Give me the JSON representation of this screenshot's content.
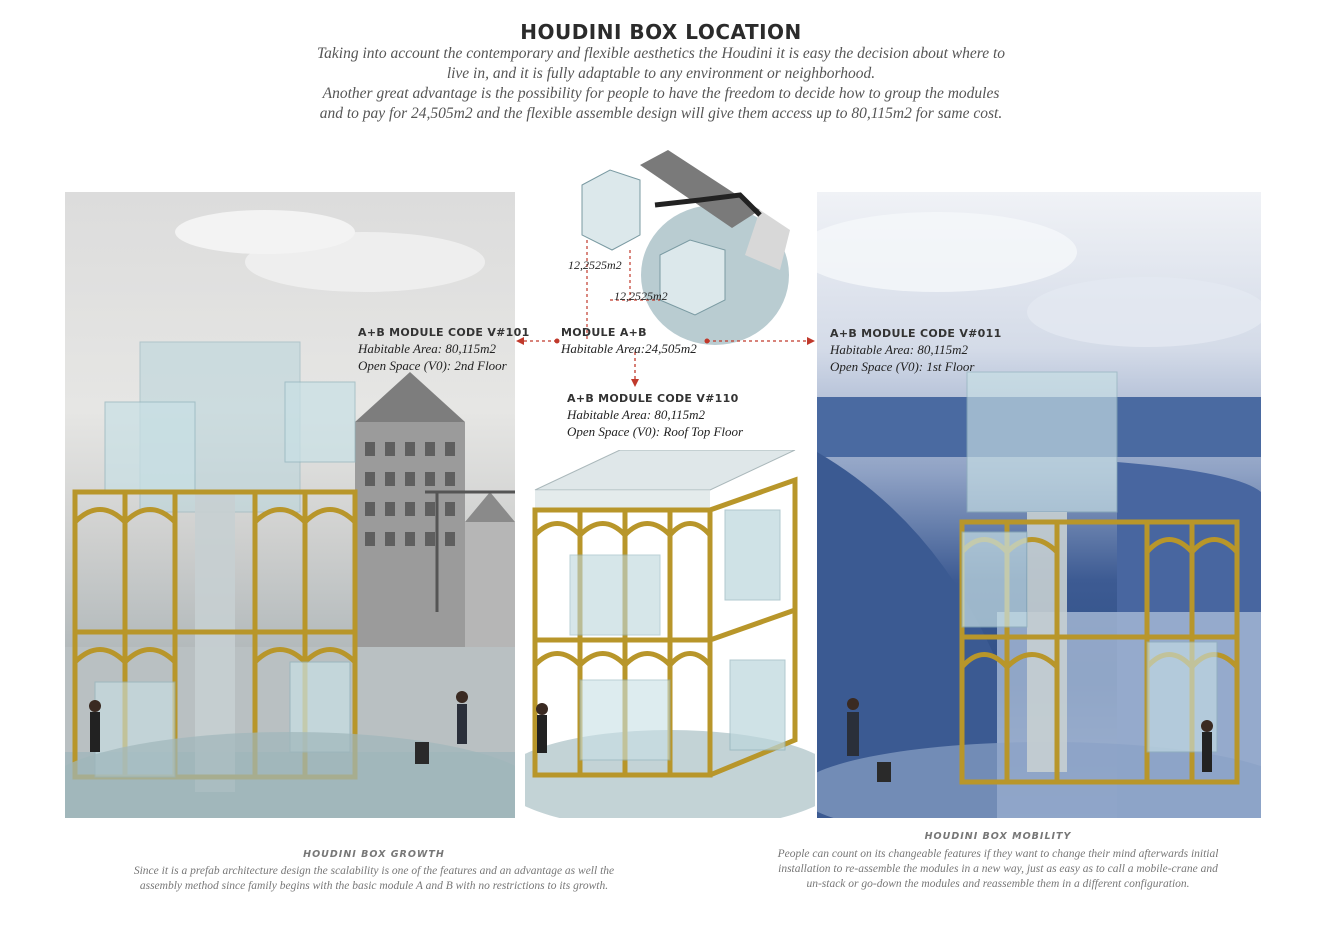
{
  "title": "HOUDINI BOX LOCATION",
  "intro": {
    "line1": "Taking into account the contemporary and flexible aesthetics the Houdini it is easy the decision about where to",
    "line2": "live in, and it is fully adaptable to any environment or neighborhood.",
    "line3": "Another great advantage is the possibility for people to have the freedom to decide how to group the modules",
    "line4": "and to pay for 24,505m2 and the flexible assemble design will give them  access up to 80,115m2 for same cost."
  },
  "diagram": {
    "dim_top": "12,2525m2",
    "dim_bottom": "12,2525m2"
  },
  "module_center": {
    "code": "MODULE A+B",
    "area": "Habitable Area:24,505m2"
  },
  "module_left": {
    "code": "A+B MODULE CODE V#101",
    "area": "Habitable Area: 80,115m2",
    "open": "Open Space (V0): 2nd Floor"
  },
  "module_mid": {
    "code": "A+B MODULE CODE V#110",
    "area": "Habitable Area: 80,115m2",
    "open": "Open Space (V0): Roof Top Floor"
  },
  "module_right": {
    "code": "A+B MODULE CODE V#011",
    "area": "Habitable Area: 80,115m2",
    "open": "Open Space (V0): 1st Floor"
  },
  "growth": {
    "title": "HOUDINI BOX GROWTH",
    "line1": "Since it is a prefab architecture design the scalability is one of the features and an advantage as well the",
    "line2": "assembly method since family begins with the basic module A and B with no restrictions to its growth."
  },
  "mobility": {
    "title": "HOUDINI BOX MOBILITY",
    "line1": "People can count on its changeable features if they want to change their mind afterwards initial",
    "line2": "installation to re-assemble the modules  in a new way, just as easy as to call a mobile-crane and",
    "line3": "un-stack or go-down the modules  and reassemble them in a different  configuration."
  },
  "colors": {
    "frame": "#b8962a",
    "glass": "#bcd6dc",
    "arrow": "#c0392b",
    "right_tint": "#3d5b93"
  }
}
